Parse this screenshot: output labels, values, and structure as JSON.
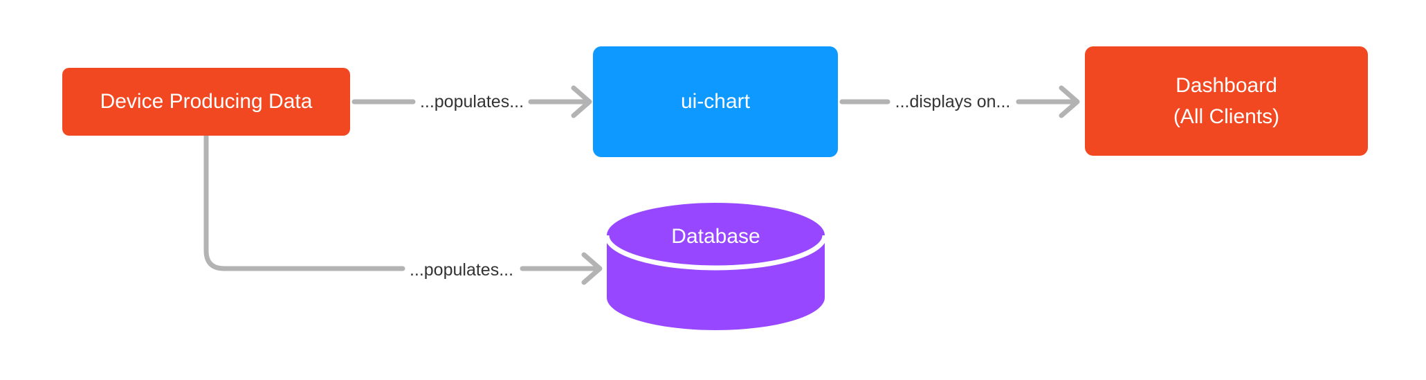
{
  "diagram": {
    "background": "#FFFFFF",
    "connector_color": "#B3B3B3",
    "edge_label_color": "#333333",
    "nodes": [
      {
        "id": "device-producing-data",
        "label": "Device Producing Data",
        "shape": "rounded-rectangle",
        "color": "#F24822",
        "text_color": "#FFFFFF"
      },
      {
        "id": "ui-chart",
        "label": "ui-chart",
        "shape": "rounded-rectangle",
        "color": "#0D99FF",
        "text_color": "#FFFFFF"
      },
      {
        "id": "dashboard",
        "label_lines": [
          "Dashboard",
          "(All Clients)"
        ],
        "shape": "rounded-rectangle",
        "color": "#F24822",
        "text_color": "#FFFFFF"
      },
      {
        "id": "database",
        "label": "Database",
        "shape": "cylinder",
        "color": "#9747FF",
        "text_color": "#FFFFFF"
      }
    ],
    "edges": [
      {
        "from": "device-producing-data",
        "to": "ui-chart",
        "label": "...populates..."
      },
      {
        "from": "ui-chart",
        "to": "dashboard",
        "label": "...displays on..."
      },
      {
        "from": "device-producing-data",
        "to": "database",
        "label": "...populates..."
      }
    ]
  }
}
